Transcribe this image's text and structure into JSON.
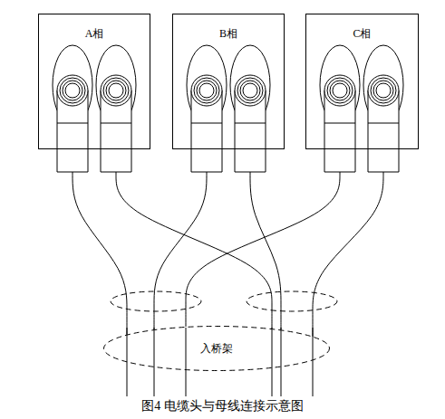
{
  "diagram": {
    "caption": "图4  电缆头与母线连接示意图",
    "nodes": [
      {
        "text": [
          "A相"
        ]
      },
      {
        "text": [
          "B相"
        ]
      },
      {
        "text": [
          "C相"
        ]
      },
      {
        "text": [
          "入桥架"
        ]
      }
    ],
    "edges": [
      {
        "from": 0,
        "to": 3,
        "arrow": "none"
      },
      {
        "from": 0,
        "to": 3,
        "arrow": "none"
      },
      {
        "from": 1,
        "to": 3,
        "arrow": "none"
      },
      {
        "from": 1,
        "to": 3,
        "arrow": "none"
      },
      {
        "from": 2,
        "to": 3,
        "arrow": "none"
      },
      {
        "from": 2,
        "to": 3,
        "arrow": "none"
      }
    ]
  }
}
